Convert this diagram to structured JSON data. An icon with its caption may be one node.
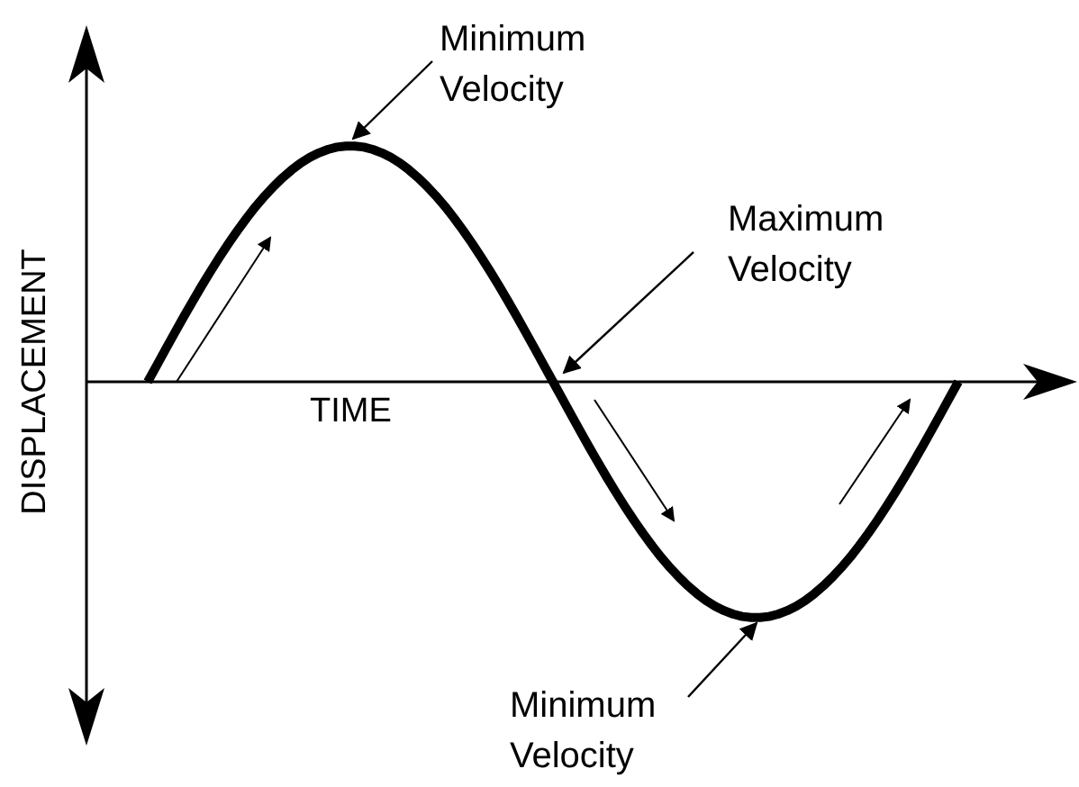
{
  "diagram": {
    "nodes": [
      {
        "text": [
          "Minimum Velocity"
        ]
      },
      {
        "text": [
          "Maximum Velocity"
        ]
      },
      {
        "text": [
          "Minimum Velocity"
        ]
      }
    ],
    "edges": [
      {
        "from": 0,
        "to": null,
        "arrow": "to"
      },
      {
        "from": 1,
        "to": null,
        "arrow": "to"
      },
      {
        "from": 2,
        "to": null,
        "arrow": "to"
      }
    ],
    "labels": [
      "DISPLACEMENT",
      "TIME"
    ]
  }
}
